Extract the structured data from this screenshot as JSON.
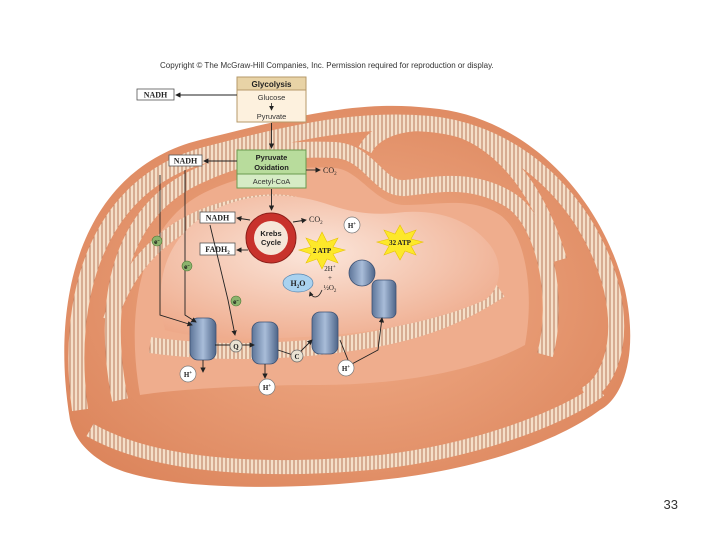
{
  "copyright": "Copyright © The McGraw-Hill Companies, Inc. Permission required for reproduction or display.",
  "slide_number": "33",
  "glycolysis": {
    "title": "Glycolysis",
    "glucose": "Glucose",
    "pyruvate": "Pyruvate"
  },
  "pyruvate_oxidation": {
    "title_line1": "Pyruvate",
    "title_line2": "Oxidation",
    "product": "Acetyl-CoA"
  },
  "krebs": {
    "line1": "Krebs",
    "line2": "Cycle"
  },
  "labels": {
    "nadh": "NADH",
    "fadh2": "FADH",
    "fadh2_sub": "2",
    "co2": "CO",
    "co2_sub": "2",
    "electron": "e",
    "electron_sup": "−",
    "h_plus": "H",
    "h_plus_sup": "+",
    "q": "Q",
    "c": "C",
    "h2o": "H",
    "h2o_sub": "2",
    "h2o_tail": "O",
    "two_h": "2H",
    "plus": "+",
    "half": "½",
    "o2": "O",
    "o2_sub": "2"
  },
  "atp": {
    "krebs_atp": "2 ATP",
    "chain_atp": "32 ATP"
  },
  "colors": {
    "outer_membrane": "#e2956a",
    "inner_membrane": "#e8a37e",
    "matrix": "#f4c0a8",
    "protein": "#7d93b6",
    "box_fill": "#fdf1de",
    "box_header": "#e8d3a6",
    "green_box": "#d6ecc5",
    "starburst": "#fde82a",
    "electron_dot": "#8bb36d"
  }
}
